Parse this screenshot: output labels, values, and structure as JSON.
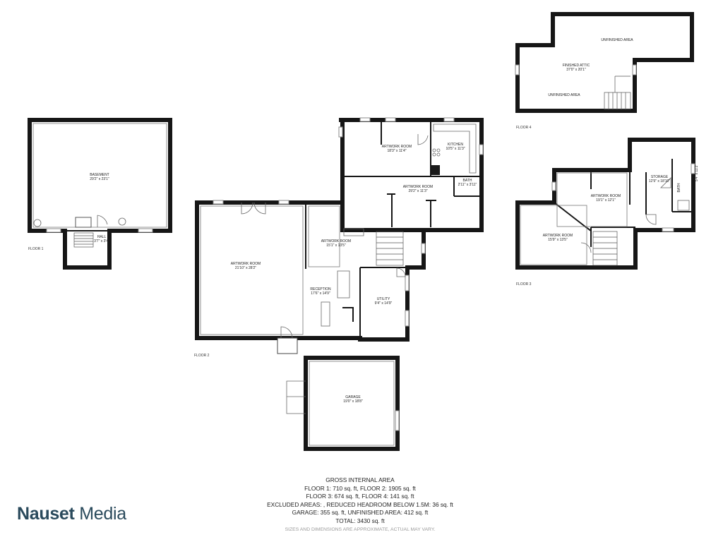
{
  "floors": {
    "floor1": {
      "label": "FLOOR 1",
      "rooms": [
        {
          "name": "BASEMENT",
          "size": "29'2\" x 23'1\""
        },
        {
          "name": "HALL",
          "size": "3'7\" x 3'4\""
        }
      ]
    },
    "floor2": {
      "label": "FLOOR 2",
      "rooms": [
        {
          "name": "ARTWORK ROOM",
          "size": "18'3\" x 11'4\""
        },
        {
          "name": "KITCHEN",
          "size": "10'5\" x 11'3\""
        },
        {
          "name": "ARTWORK ROOM",
          "size": "29'2\" x 11'3\""
        },
        {
          "name": "BATH",
          "size": "2'11\" x 3'11\""
        },
        {
          "name": "ARTWORK ROOM",
          "size": "21'10\" x 28'2\""
        },
        {
          "name": "ARTWORK ROOM",
          "size": "15'1\" x 13'5\""
        },
        {
          "name": "RECEPTION",
          "size": "17'6\" x 14'9\""
        },
        {
          "name": "UTILITY",
          "size": "9'4\" x 14'9\""
        },
        {
          "name": "GARAGE",
          "size": "19'0\" x 18'8\""
        }
      ]
    },
    "floor3": {
      "label": "FLOOR 3",
      "rooms": [
        {
          "name": "STORAGE",
          "size": "12'9\" x 18'10\""
        },
        {
          "name": "BATH",
          "size": "5'4\" x 11'2\""
        },
        {
          "name": "ARTWORK ROOM",
          "size": "19'1\" x 12'1\""
        },
        {
          "name": "ARTWORK ROOM",
          "size": "15'9\" x 13'5\""
        }
      ]
    },
    "floor4": {
      "label": "FLOOR 4",
      "rooms": [
        {
          "name": "FINISHED ATTIC",
          "size": "37'0\" x 20'1\""
        }
      ],
      "notes": [
        "UNFINISHED AREA",
        "UNFINISHED AREA"
      ]
    }
  },
  "summary": {
    "title": "GROSS INTERNAL AREA",
    "line1": "FLOOR 1: 710 sq. ft, FLOOR 2: 1905 sq. ft",
    "line2": "FLOOR 3: 674 sq. ft, FLOOR 4: 141 sq. ft",
    "line3": "EXCLUDED AREAS: , REDUCED HEADROOM BELOW 1.5M: 36 sq. ft",
    "line4": "GARAGE: 355 sq. ft, UNFINISHED AREA: 412 sq. ft",
    "line5": "TOTAL: 3430 sq. ft",
    "disclaimer": "SIZES AND DIMENSIONS ARE APPROXIMATE, ACTUAL MAY VARY."
  },
  "logo": {
    "bold": "Nauset",
    "light": "Media",
    "color": "#2a4a5c"
  }
}
